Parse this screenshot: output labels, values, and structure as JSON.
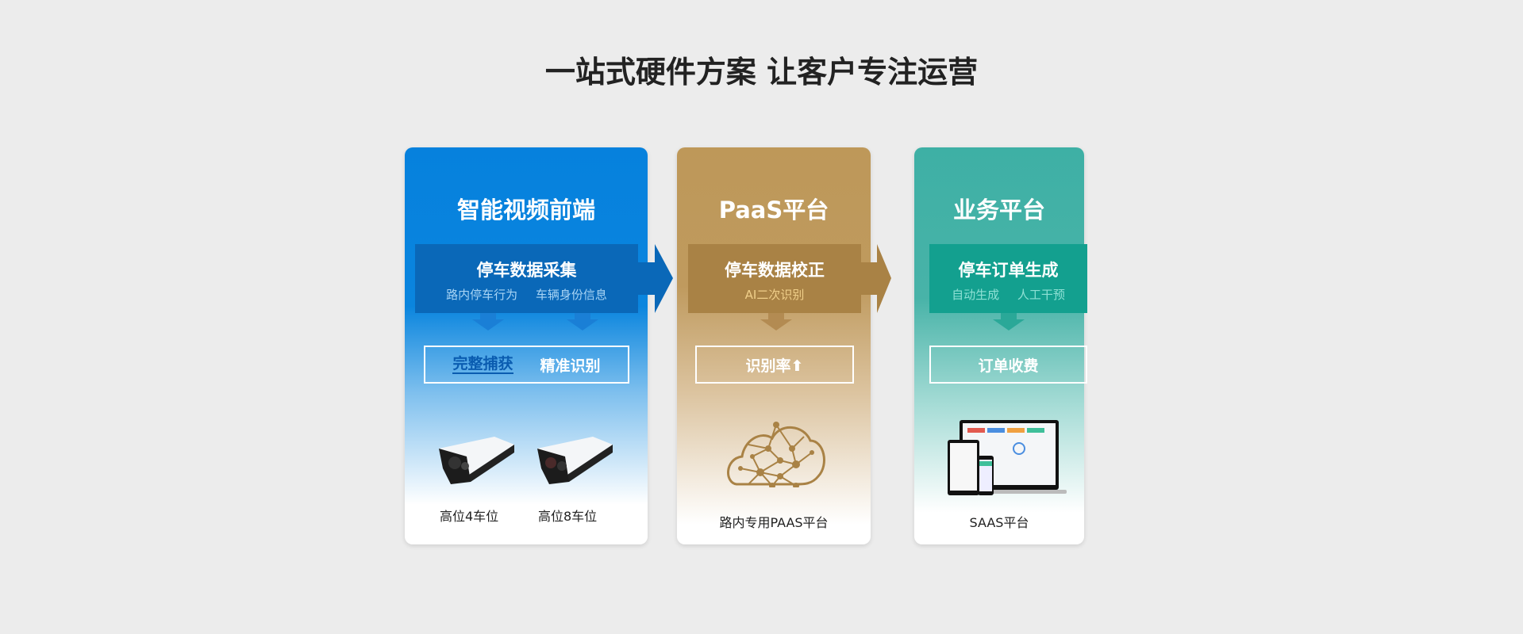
{
  "title": "一站式硬件方案 让客户专注运营",
  "cards": [
    {
      "title": "智能视频前端",
      "band_title": "停车数据采集",
      "band_sub": [
        "路内停车行为",
        "车辆身份信息"
      ],
      "box": [
        "完整捕获",
        "精准识别"
      ],
      "products": [
        "高位4车位",
        "高位8车位"
      ],
      "colors": {
        "band": "#0a68b8",
        "sub": "#a8d4f5"
      }
    },
    {
      "title": "PaaS平台",
      "band_title": "停车数据校正",
      "band_sub": [
        "AI二次识别"
      ],
      "box": [
        "识别率"
      ],
      "products": [
        "路内专用PAAS平台"
      ],
      "colors": {
        "band": "#a98245",
        "sub": "#f0cf8a"
      }
    },
    {
      "title": "业务平台",
      "band_title": "停车订单生成",
      "band_sub": [
        "自动生成",
        "人工干预"
      ],
      "box": [
        "订单收费"
      ],
      "products": [
        "SAAS平台"
      ],
      "colors": {
        "band": "#13a08f",
        "sub": "#8ee0d4"
      }
    }
  ]
}
